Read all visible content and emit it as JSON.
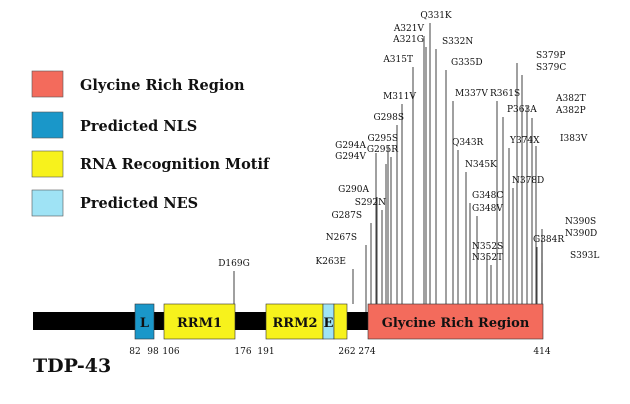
{
  "protein": {
    "name": "TDP-43"
  },
  "legend": [
    {
      "label": "Glycine Rich Region",
      "color": "#f36b5c"
    },
    {
      "label": "Predicted NLS",
      "color": "#1a97c9"
    },
    {
      "label": "RNA Recognition Motif",
      "color": "#f7f21c"
    },
    {
      "label": "Predicted NES",
      "color": "#9fe3f5"
    }
  ],
  "domains": [
    {
      "key": "nls",
      "label": "L",
      "color": "#1a97c9"
    },
    {
      "key": "rrm1",
      "label": "RRM1",
      "color": "#f7f21c"
    },
    {
      "key": "rrm2",
      "label": "RRM2",
      "color": "#f7f21c"
    },
    {
      "key": "nes",
      "label": "E",
      "color": "#9fe3f5"
    },
    {
      "key": "grr",
      "label": "Glycine Rich Region",
      "color": "#f36b5c"
    }
  ],
  "positions": [
    "82",
    "98",
    "106",
    "176",
    "191",
    "262",
    "274",
    "414"
  ],
  "mutations": [
    "D169G",
    "K263E",
    "N267S",
    "G287S",
    "G290A",
    "S292N",
    "G294A",
    "G294V",
    "G295S",
    "G295R",
    "G298S",
    "M311V",
    "A315T",
    "A321V",
    "A321G",
    "Q331K",
    "S332N",
    "G335D",
    "M337V",
    "Q343R",
    "N345K",
    "G348C",
    "G348V",
    "N352S",
    "N352T",
    "R361S",
    "P363A",
    "Y374X",
    "N378D",
    "S379P",
    "S379C",
    "A382T",
    "A382P",
    "I383V",
    "G384R",
    "N390S",
    "N390D",
    "S393L"
  ]
}
